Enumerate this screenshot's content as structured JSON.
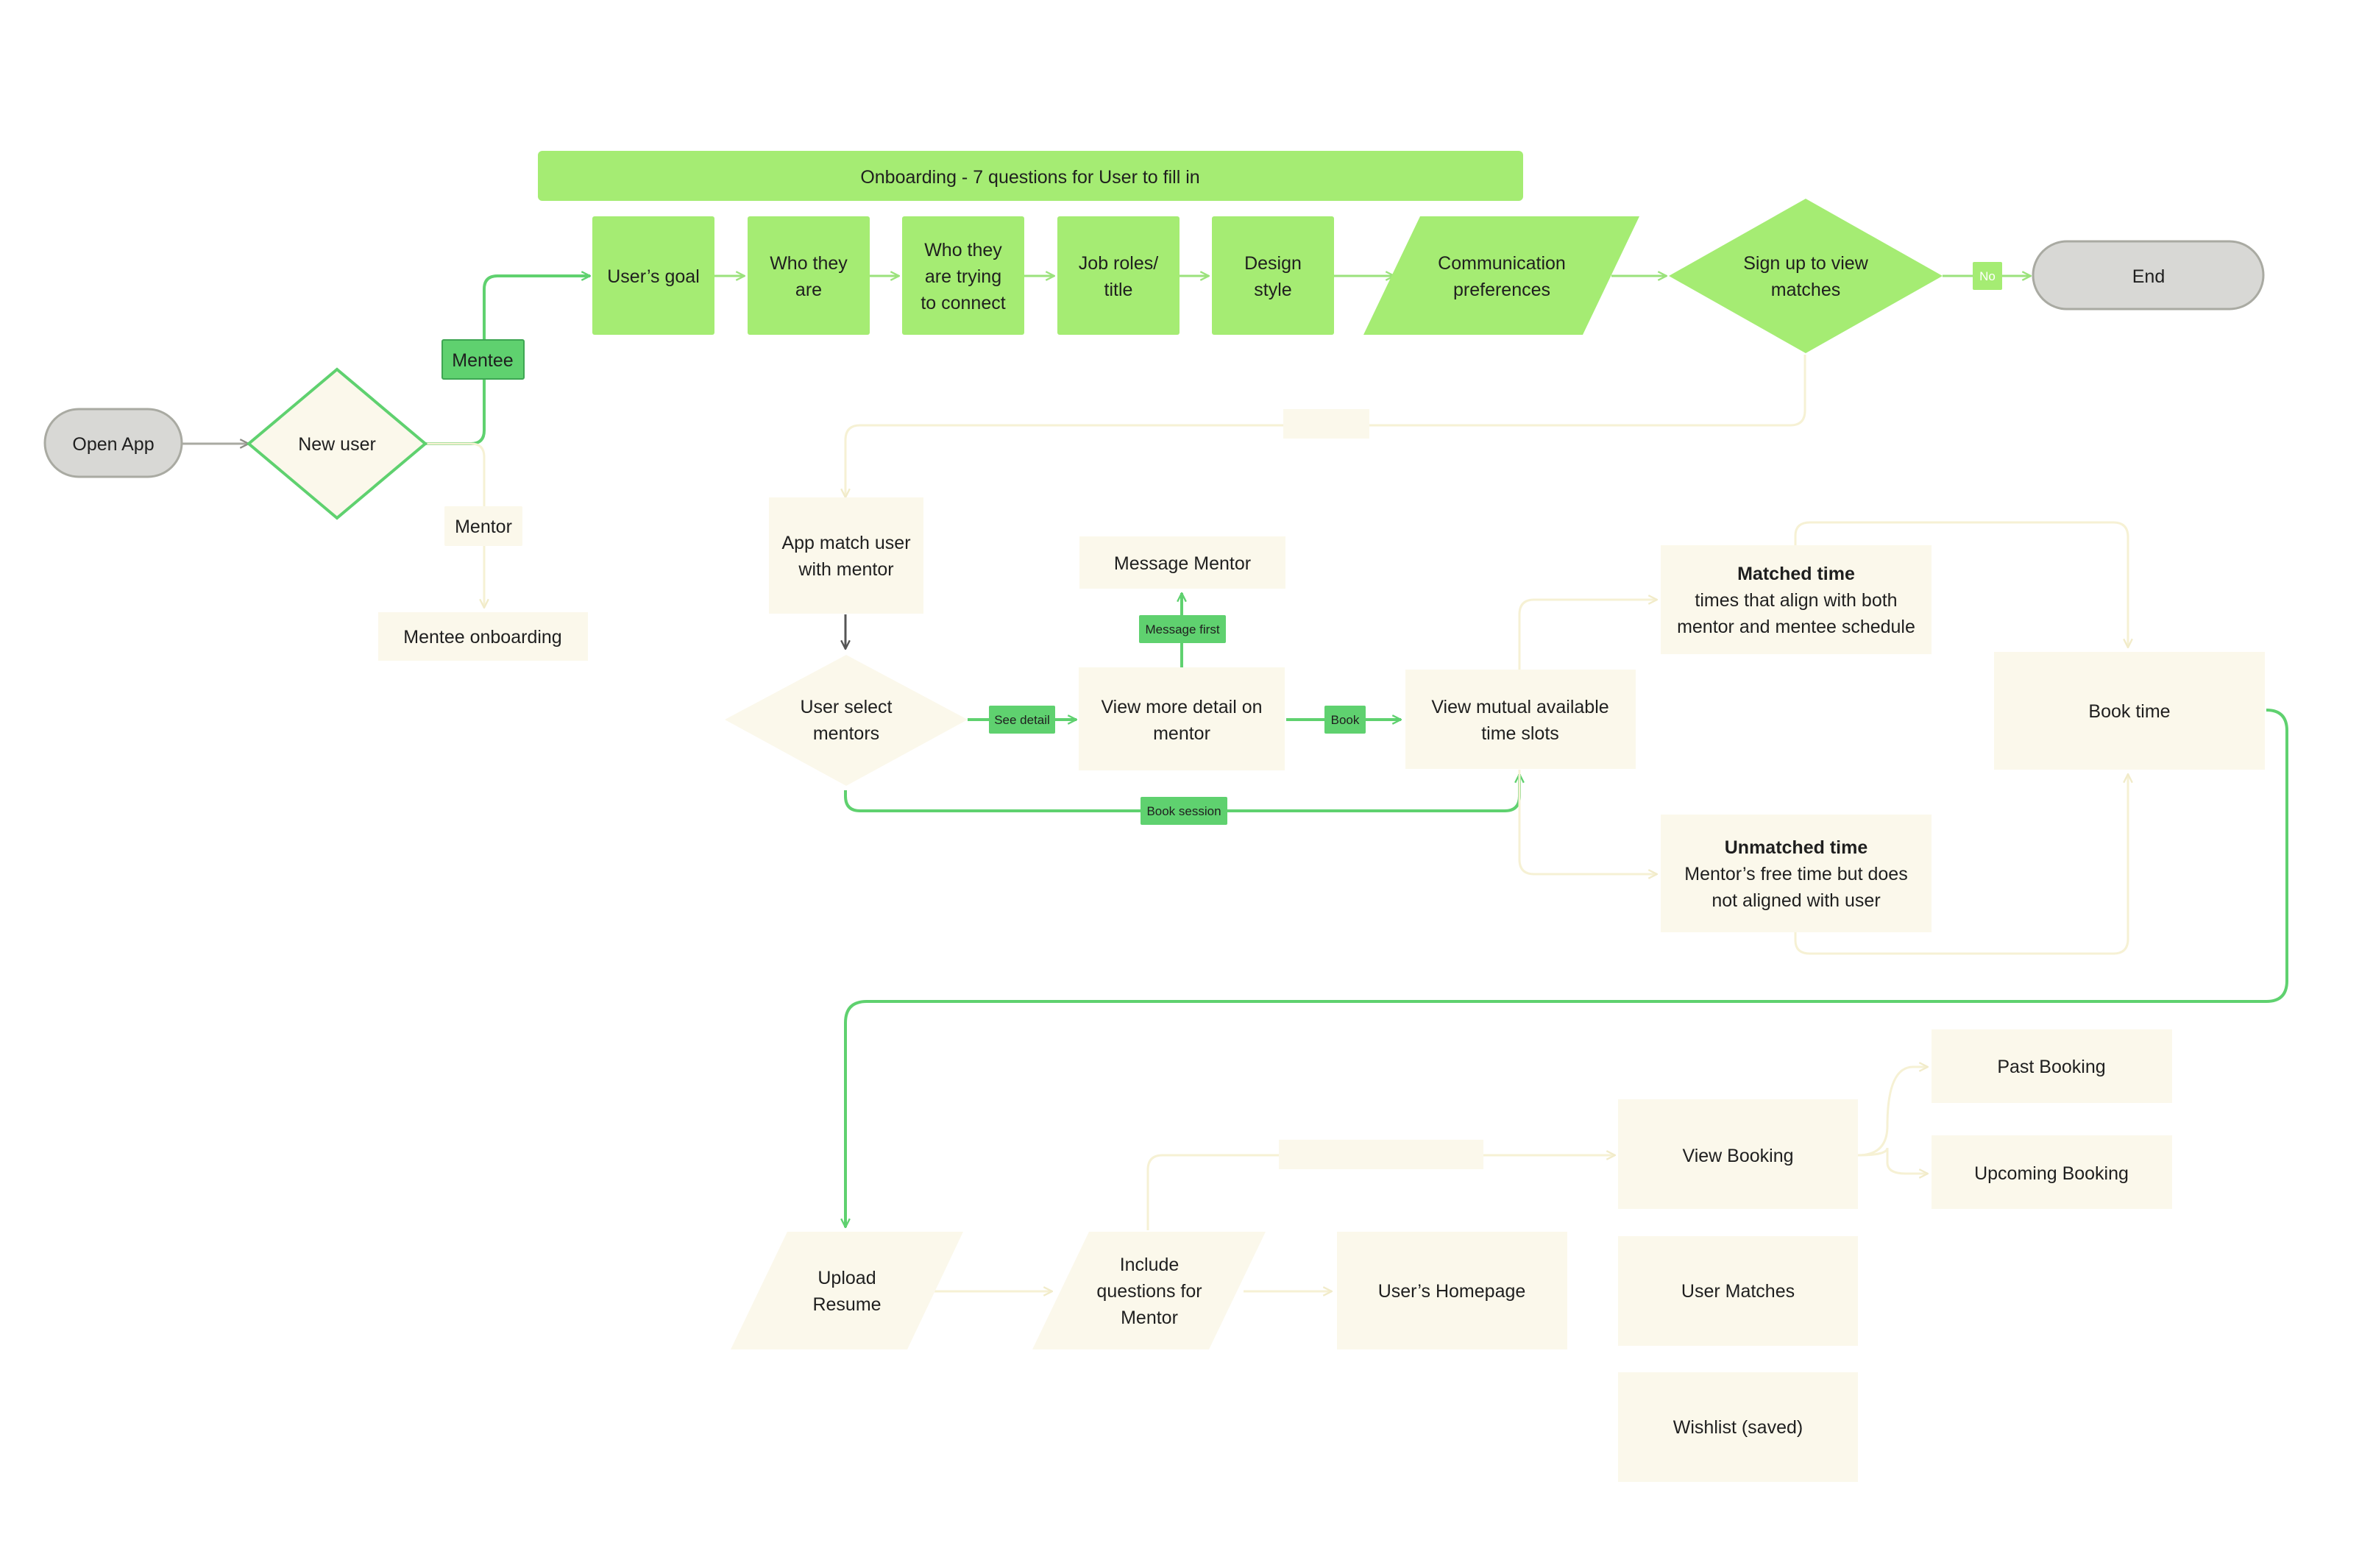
{
  "colors": {
    "green": "#a5ec73",
    "green_dark": "#5fd16f",
    "line_green": "#5fd16f",
    "line_light_green": "#9be27c",
    "cream": "#fbf8eb",
    "cream_line": "#f6f1d4",
    "gray": "#d8d8d5",
    "gray_border": "#a9aaa2",
    "text": "#1f1f1f"
  },
  "banner": "Onboarding - 7 questions for User to fill in",
  "nodes": {
    "open_app": "Open App",
    "new_user": "New user",
    "mentee_tag": "Mentee",
    "mentor_tag": "Mentor",
    "mentee_onboarding": "Mentee onboarding",
    "users_goal": "User’s goal",
    "who_they_are": [
      "Who they",
      "are"
    ],
    "who_connect": [
      "Who they",
      "are trying",
      "to connect"
    ],
    "job_roles": [
      "Job roles/",
      "title"
    ],
    "design_style": [
      "Design",
      "style"
    ],
    "communication": [
      "Communication",
      "preferences"
    ],
    "sign_up": [
      "Sign up to view",
      "matches"
    ],
    "no_tag": "No",
    "end": "End",
    "app_match": [
      "App match user",
      "with mentor"
    ],
    "user_select": [
      "User select",
      "mentors"
    ],
    "see_detail_tag": "See detail",
    "view_detail": [
      "View more detail on",
      "mentor"
    ],
    "message_first_tag": "Message first",
    "message_mentor": "Message Mentor",
    "book_tag": "Book",
    "view_mutual": [
      "View mutual available",
      "time slots"
    ],
    "book_session_tag": "Book session",
    "matched_title": "Matched time",
    "matched_desc": [
      "times that align with both",
      "mentor and mentee schedule"
    ],
    "unmatched_title": "Unmatched time",
    "unmatched_desc": [
      "Mentor’s free time but does",
      "not aligned with user"
    ],
    "book_time": "Book time",
    "upload_resume": [
      "Upload",
      "Resume"
    ],
    "include_questions": [
      "Include",
      "questions for",
      "Mentor"
    ],
    "users_homepage": "User’s Homepage",
    "view_booking": "View Booking",
    "user_matches": "User Matches",
    "wishlist": "Wishlist (saved)",
    "past_booking": "Past Booking",
    "upcoming_booking": "Upcoming Booking"
  }
}
